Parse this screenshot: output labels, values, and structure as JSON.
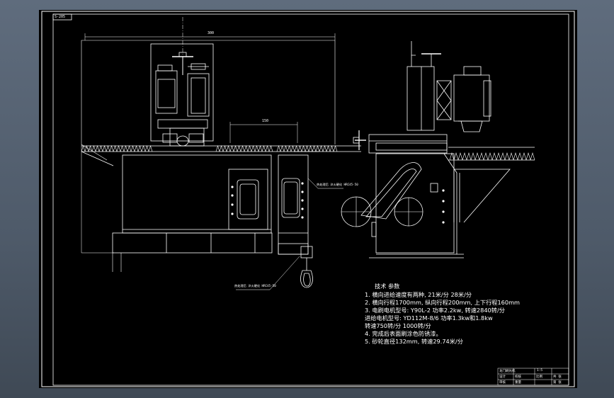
{
  "sheet": {
    "code": "S-205"
  },
  "dimensions": {
    "overall_width": "300",
    "span": "150"
  },
  "callouts": {
    "right_tag": "热处理后 淬火硬化 HRC45-50",
    "lower_tag": "热处理后 淬火硬化 HRC45-50"
  },
  "technical": {
    "heading": "技术 参数",
    "lines": [
      "1. 横向进给速度有两种, 21米/分  28米/分",
      "2. 横向行程1700mm, 纵向行程200mm, 上下行程160mm",
      "3. 电刷电机型号: Y90L-2  功率2.2kw, 转速2840转/分",
      "   进给电机型号: YD112M-8/6  功率1.3kw和1.8kw",
      "   转速750转/分  1000转/分",
      "4. 完成后表面刷涂色防锈漆。",
      "5. 砂轮直径132mm, 转速29.74米/分"
    ]
  },
  "title_block": {
    "name": "龙门刷光机",
    "scale": "1:5",
    "cells": [
      "设计",
      "校核",
      "审核",
      "比例",
      "重量",
      "共 张",
      "第 张"
    ]
  }
}
